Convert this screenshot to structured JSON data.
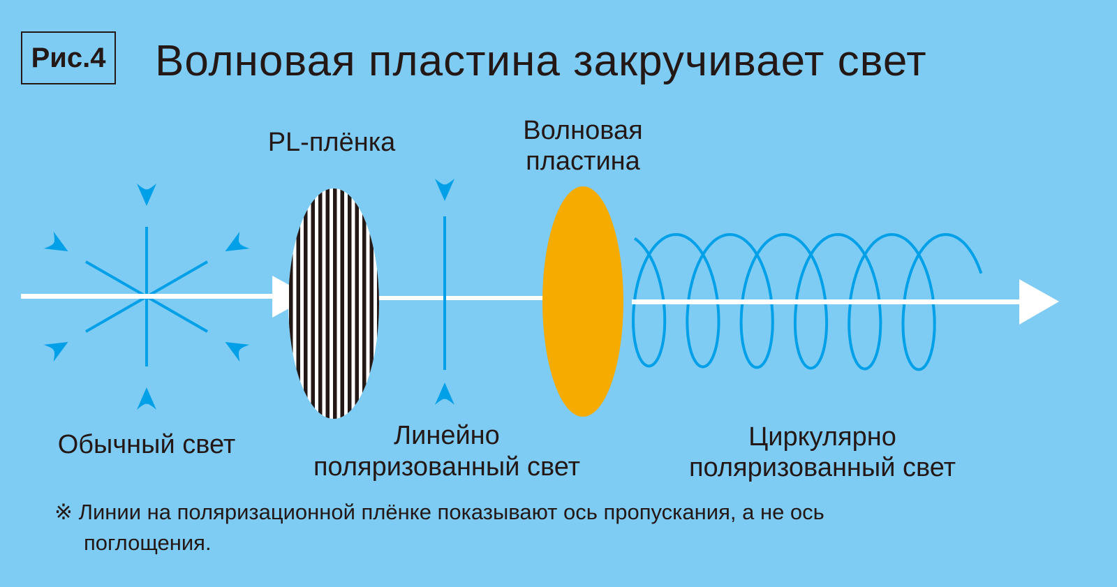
{
  "figure_label": "Рис.4",
  "title": "Волновая пластина закручивает свет",
  "labels": {
    "pl_film": "PL-плёнка",
    "wave_plate_1": "Волновая",
    "wave_plate_2": "пластина",
    "ordinary_light": "Обычный свет",
    "linear_1": "Линейно",
    "linear_2": "поляризованный свет",
    "circular_1": "Циркулярно",
    "circular_2": "поляризованный свет"
  },
  "note": {
    "mark": "※",
    "line1": "Линии на поляризационной плёнке показывают ось пропускания, а не ось",
    "line2": "поглощения."
  },
  "colors": {
    "background": "#7ecbf3",
    "accent_blue": "#00a0e9",
    "plate_orange": "#f5ab00",
    "text": "#231815",
    "beam": "#ffffff"
  }
}
